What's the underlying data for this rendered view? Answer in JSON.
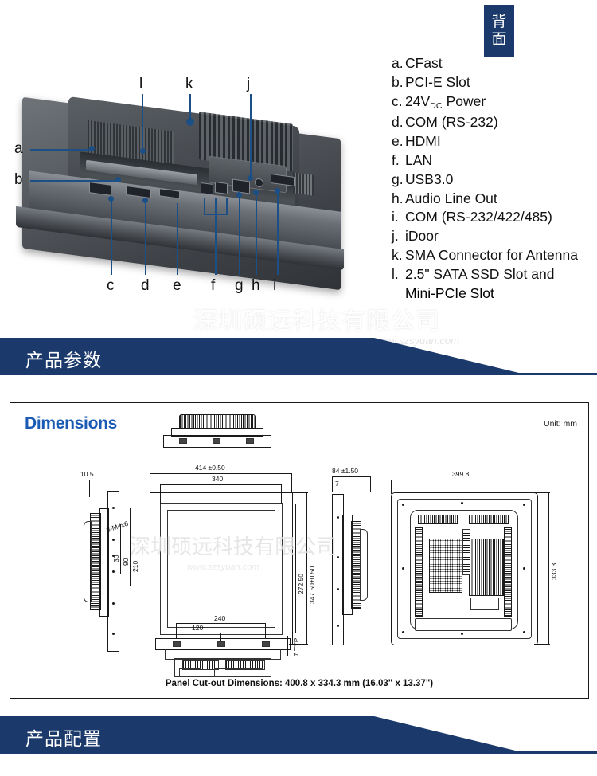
{
  "top": {
    "orientation_badge": {
      "char1": "背",
      "char2": "面"
    },
    "legend": [
      {
        "key": "a.",
        "label": "CFast"
      },
      {
        "key": "b.",
        "label": "PCI-E Slot"
      },
      {
        "key": "c.",
        "label": "24V",
        "sub": "DC",
        "label2": " Power"
      },
      {
        "key": "d.",
        "label": "COM (RS-232)"
      },
      {
        "key": "e.",
        "label": "HDMI"
      },
      {
        "key": "f.",
        "label": "LAN"
      },
      {
        "key": "g.",
        "label": "USB3.0"
      },
      {
        "key": "h.",
        "label": "Audio Line Out"
      },
      {
        "key": "i.",
        "label": "COM (RS-232/422/485)"
      },
      {
        "key": "j.",
        "label": "iDoor"
      },
      {
        "key": "k.",
        "label": "SMA Connector for Antenna"
      },
      {
        "key": "l.",
        "label": "2.5\" SATA SSD Slot and"
      }
    ],
    "legend_continuation": "Mini-PCIe Slot",
    "callouts": {
      "a": "a",
      "b": "b",
      "c": "c",
      "d": "d",
      "e": "e",
      "f": "f",
      "g": "g",
      "h": "h",
      "i": "i",
      "j": "j",
      "k": "k",
      "l": "l"
    },
    "watermark": "深圳硕远科技有限公司",
    "watermark_small": "www.szsyuan.com"
  },
  "banners": {
    "specs": "产品参数",
    "config": "产品配置"
  },
  "dimensions": {
    "title": "Dimensions",
    "unit": "Unit: mm",
    "caption": "Panel Cut-out Dimensions: 400.8 x 334.3 mm (16.03\" x 13.37\")",
    "watermark": "深圳硕远科技有限公司",
    "watermark_small": "www.szsyuan.com",
    "labels": {
      "side_depth": "10.5",
      "front_width_tol": "414 ±0.50",
      "front_inner_width": "340",
      "mount_screw": "8-M4x6",
      "mount_30": "30",
      "mount_90": "90",
      "mount_210": "210",
      "front_inner_height": "272.50",
      "front_height_tol": "347.50±0.50",
      "right_depth_tol": "84 ±1.50",
      "right_lip": "7",
      "rear_width": "399.8",
      "rear_height": "333.3",
      "bottom_240": "240",
      "bottom_120": "120",
      "bottom_typ": "7 TYP"
    }
  }
}
